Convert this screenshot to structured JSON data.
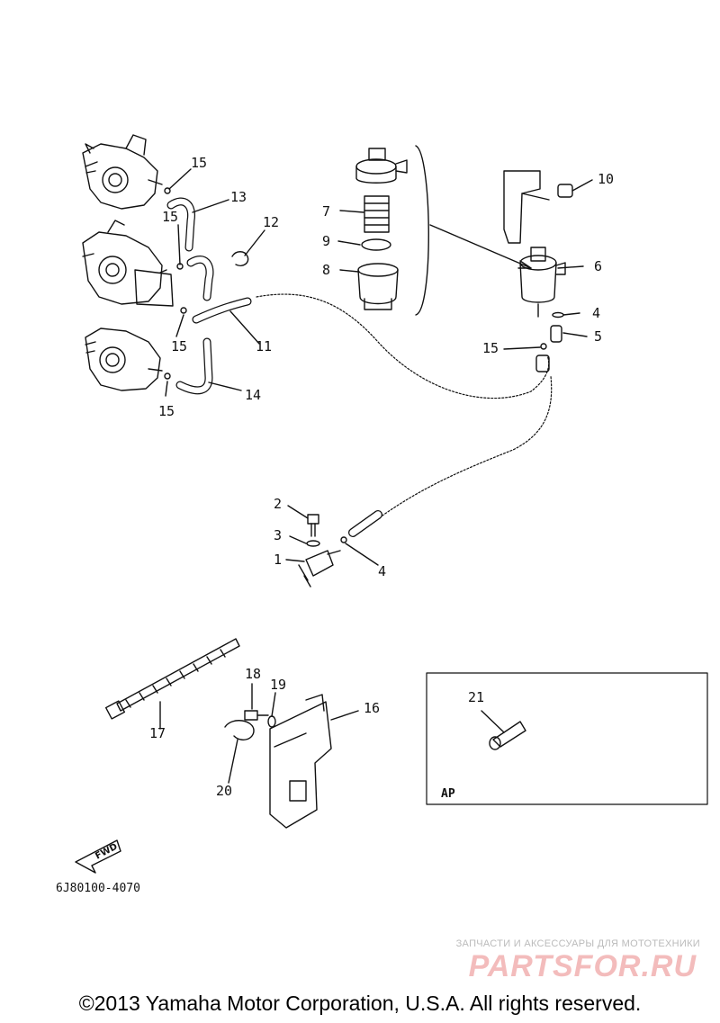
{
  "callouts": {
    "c1": "1",
    "c2": "2",
    "c3": "3",
    "c4a": "4",
    "c4b": "4",
    "c5": "5",
    "c6": "6",
    "c7": "7",
    "c8": "8",
    "c9": "9",
    "c10": "10",
    "c11": "11",
    "c12": "12",
    "c13": "13",
    "c14": "14",
    "c15a": "15",
    "c15b": "15",
    "c15c": "15",
    "c15d": "15",
    "c16": "16",
    "c17": "17",
    "c18": "18",
    "c19": "19",
    "c20": "20",
    "c21": "21"
  },
  "inset_label": "AP",
  "fwd_label": "FWD",
  "diagram_code": "6J80100-4070",
  "watermark": {
    "tagline": "ЗАПЧАСТИ И АКСЕССУАРЫ ДЛЯ МОТОТЕХНИКИ",
    "brand": "PARTSFOR.RU"
  },
  "copyright": "©2013 Yamaha Motor Corporation, U.S.A. All rights reserved."
}
